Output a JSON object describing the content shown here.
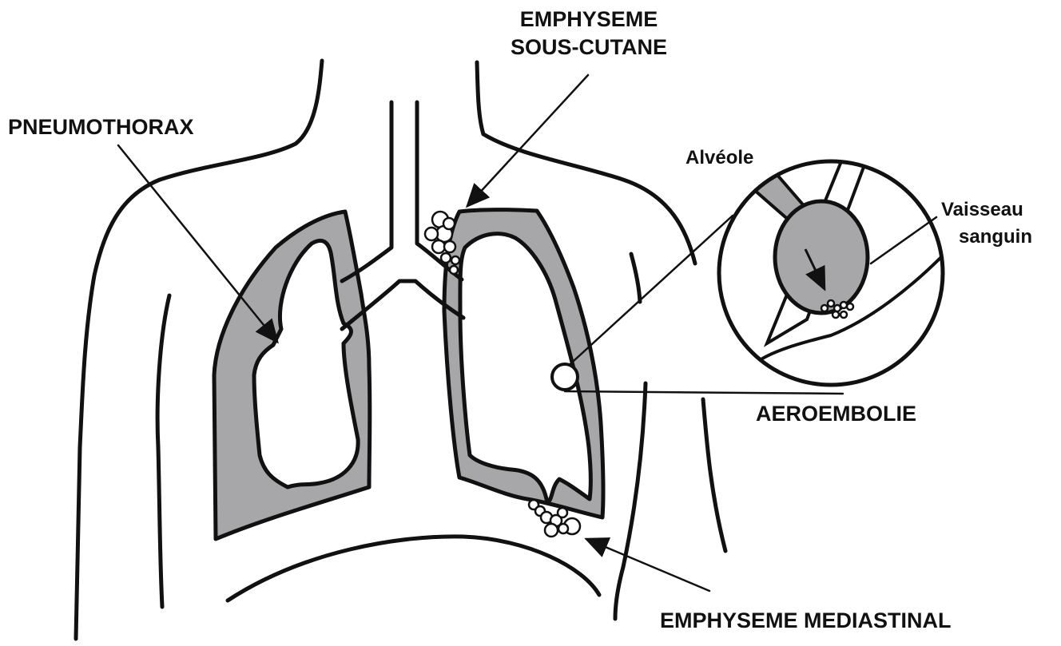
{
  "labels": {
    "emphyseme_sous_cutane_line1": "EMPHYSEME",
    "emphyseme_sous_cutane_line2": "SOUS-CUTANE",
    "pneumothorax": "PNEUMOTHORAX",
    "alveole": "Alvéole",
    "vaisseau_line1": "Vaisseau",
    "vaisseau_line2": "sanguin",
    "aeroembolie": "AEROEMBOLIE",
    "emphyseme_mediastinal": "EMPHYSEME MEDIASTINAL"
  },
  "colors": {
    "ink": "#111111",
    "lung_fill": "#a7a7aa",
    "background": "#ffffff"
  }
}
